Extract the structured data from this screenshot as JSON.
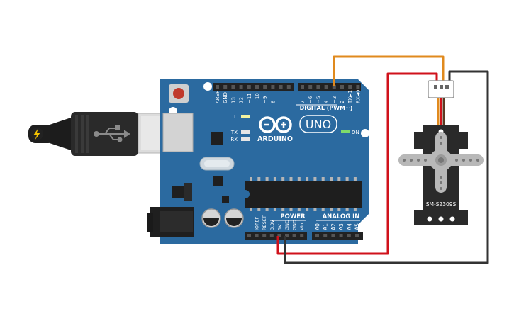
{
  "board": {
    "brand": "ARDUINO",
    "model": "UNO",
    "on_label": "ON",
    "tx_label": "TX",
    "rx_label": "RX",
    "l_label": "L",
    "digital_header": "DIGITAL (PWM~)",
    "power_header": "POWER",
    "analog_header": "ANALOG IN",
    "top_pins": [
      "AREF",
      "GND",
      "13",
      "12",
      "~11",
      "~10",
      "~9",
      "8",
      "7",
      "~6",
      "~5",
      "4",
      "~3",
      "2",
      "TX►1",
      "RX◄0"
    ],
    "power_pins": [
      "IOREF",
      "RESET",
      "3.3V",
      "5V",
      "GND",
      "GND",
      "Vin"
    ],
    "analog_pins": [
      "A0",
      "A1",
      "A2",
      "A3",
      "A4",
      "A5"
    ]
  },
  "servo": {
    "label": "SM-S2309S"
  },
  "colors": {
    "board": "#2b6aa0",
    "wire_signal": "#e08a1e",
    "wire_power": "#d0121b",
    "wire_ground": "#333333"
  },
  "icons": [
    "usb-plug-icon",
    "lightning-icon",
    "usb-symbol-icon",
    "arduino-infinity-logo-icon"
  ]
}
